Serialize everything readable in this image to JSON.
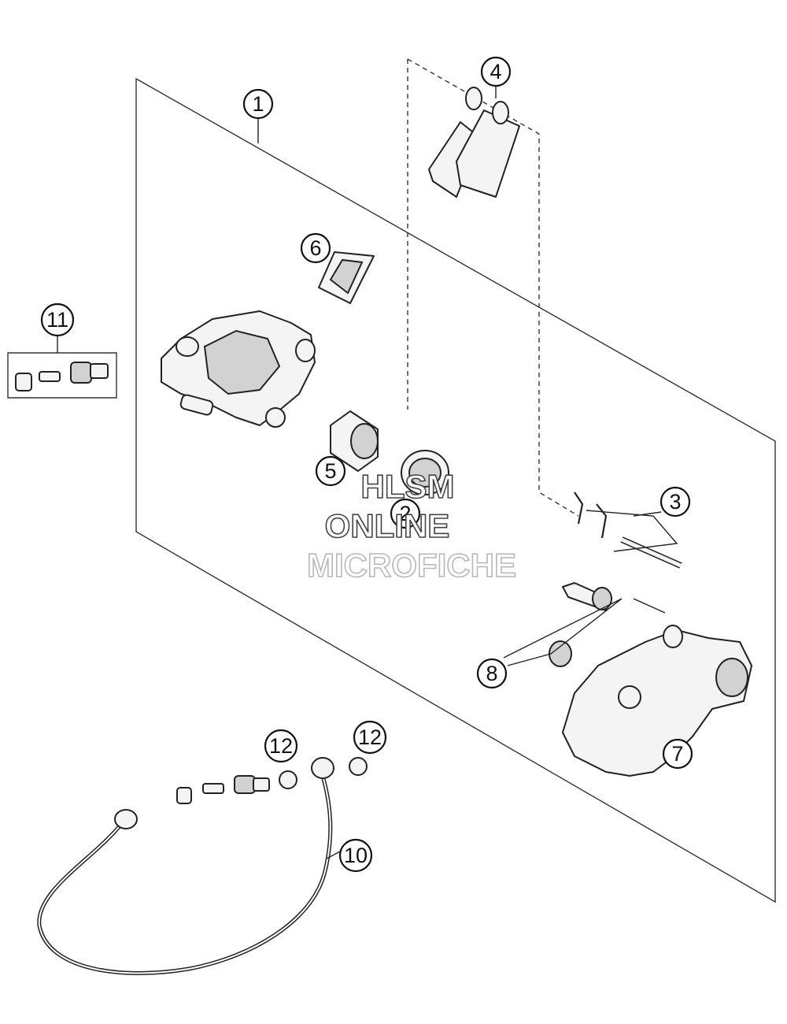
{
  "callouts": {
    "c1": "1",
    "c2": "2",
    "c3": "3",
    "c4": "4",
    "c5": "5",
    "c6": "6",
    "c7": "7",
    "c8": "8",
    "c10": "10",
    "c11": "11",
    "c12a": "12",
    "c12b": "12"
  },
  "watermark": {
    "line1": "HLSM",
    "line2": "ONLINE",
    "line3": "MICROFICHE"
  }
}
